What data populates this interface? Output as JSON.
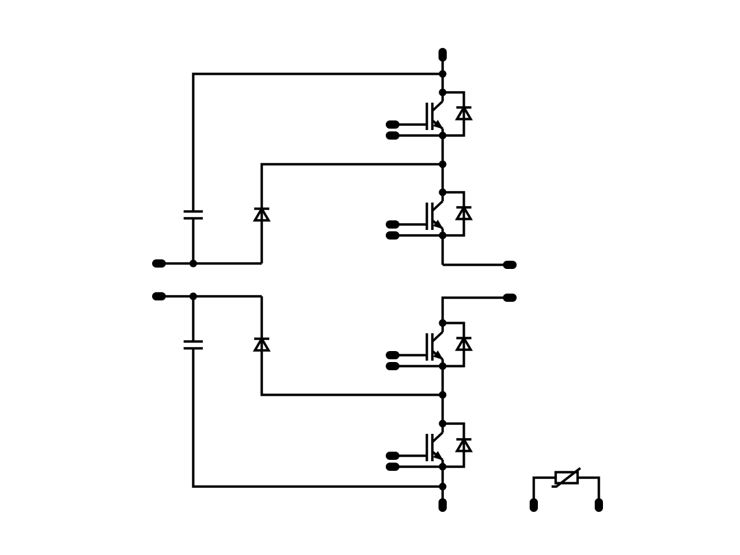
{
  "diagram": {
    "kind": "power-module-schematic",
    "background": "#ffffff",
    "stroke_color": "#000000",
    "components": {
      "igbt_count": 4,
      "freewheel_diode_count": 4,
      "clamp_diode_count": 2,
      "capacitor_count": 2,
      "thermistor_count": 1
    },
    "labels": []
  }
}
